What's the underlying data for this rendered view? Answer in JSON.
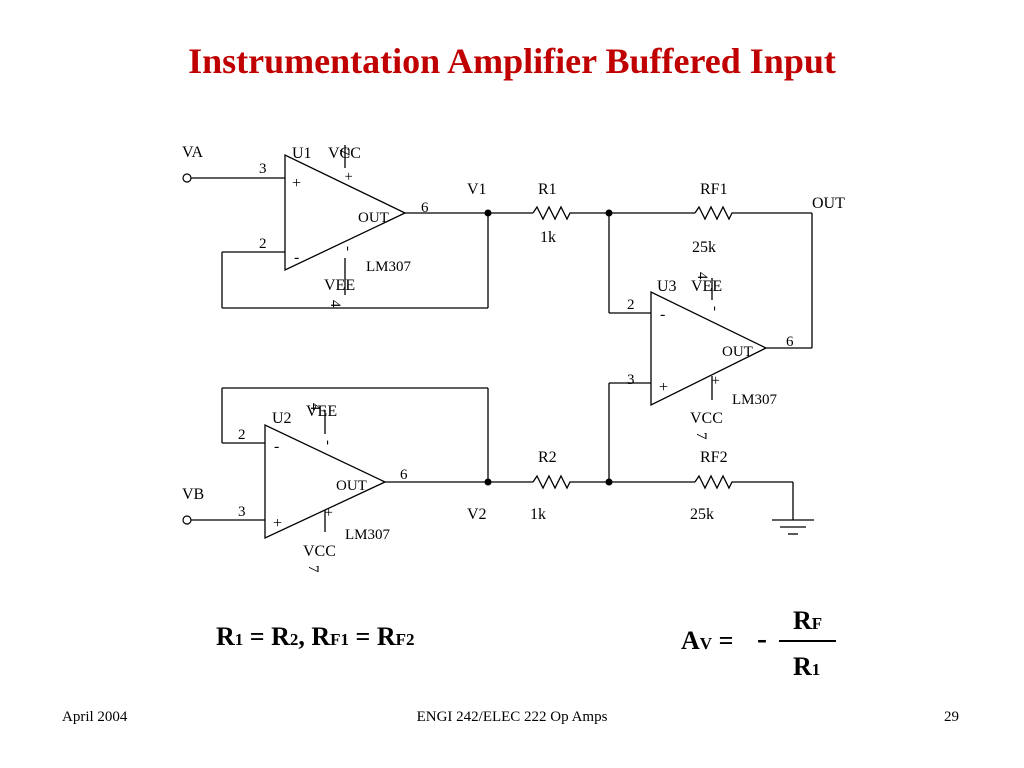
{
  "slide": {
    "title": "Instrumentation Amplifier Buffered Input",
    "footer_left": "April  2004",
    "footer_center": "ENGI 242/ELEC 222  Op Amps",
    "footer_right": "29",
    "title_color": "#c00000"
  },
  "schematic": {
    "inputs": {
      "va": "VA",
      "vb": "VB"
    },
    "nodes": {
      "v1": "V1",
      "v2": "V2",
      "out": "OUT"
    },
    "u1": {
      "name": "U1",
      "model": "LM307",
      "vcc": "VCC",
      "vee": "VEE",
      "pin_vcc": "7",
      "pin_vee": "4",
      "pin_plus": "3",
      "pin_minus": "2",
      "pin_out": "6",
      "out_label": "OUT",
      "plus": "+",
      "minus": "-"
    },
    "u2": {
      "name": "U2",
      "model": "LM307",
      "vcc": "VCC",
      "vee": "VEE",
      "pin_vcc": "7",
      "pin_vee": "4",
      "pin_plus": "3",
      "pin_minus": "2",
      "pin_out": "6",
      "out_label": "OUT",
      "plus": "+",
      "minus": "-"
    },
    "u3": {
      "name": "U3",
      "model": "LM307",
      "vcc": "VCC",
      "vee": "VEE",
      "pin_vcc": "7",
      "pin_vee": "4",
      "pin_plus": "3",
      "pin_minus": "2",
      "pin_out": "6",
      "out_label": "OUT",
      "plus": "+",
      "minus": "-"
    },
    "r1": {
      "name": "R1",
      "value": "1k"
    },
    "r2": {
      "name": "R2",
      "value": "1k"
    },
    "rf1": {
      "name": "RF1",
      "value": "25k"
    },
    "rf2": {
      "name": "RF2",
      "value": "25k"
    }
  },
  "equations": {
    "eq1": {
      "r": "R",
      "s1": "1",
      "eq": " = R",
      "s2": "2",
      "comma": ", R",
      "s3": "F1",
      "eq2": " = R",
      "s4": "F2"
    },
    "eq2": {
      "a": "A",
      "v": "V",
      "eq": " = ",
      "minus": "-",
      "num_r": "R",
      "num_f": "F",
      "den_r": "R",
      "den_1": "1"
    }
  }
}
